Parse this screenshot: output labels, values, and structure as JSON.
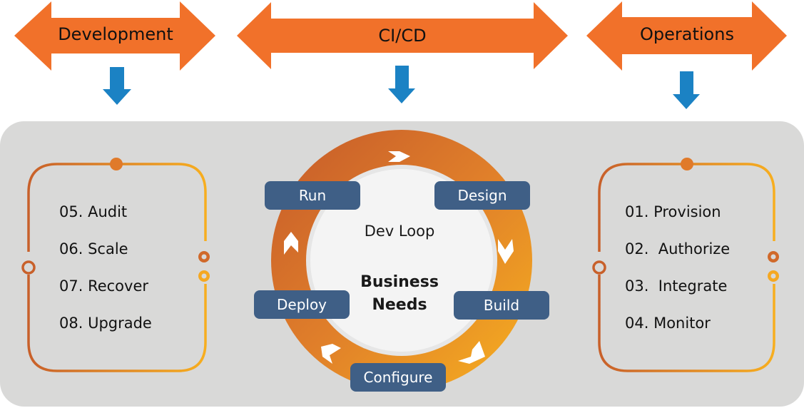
{
  "colors": {
    "arrow_orange": "#f1712a",
    "down_arrow_blue": "#1b82c4",
    "panel_gray": "#d9d9d8",
    "ring_dark": "#c8602a",
    "ring_light": "#f5ad22",
    "pill_blue": "#3f5f86"
  },
  "phases": [
    {
      "label": "Development",
      "icon": "double-arrow-icon"
    },
    {
      "label": "CI/CD",
      "icon": "double-arrow-icon"
    },
    {
      "label": "Operations",
      "icon": "double-arrow-icon"
    }
  ],
  "development_list": {
    "items": [
      "05. Audit",
      "06. Scale",
      "07. Recover",
      "08. Upgrade"
    ]
  },
  "operations_list": {
    "items": [
      "01. Provision",
      "02.  Authorize",
      "03.  Integrate",
      "04. Monitor"
    ]
  },
  "dev_loop": {
    "title": "Dev Loop",
    "center_line1": "Business",
    "center_line2": "Needs",
    "stages": [
      "Design",
      "Build",
      "Configure",
      "Deploy",
      "Run"
    ]
  }
}
